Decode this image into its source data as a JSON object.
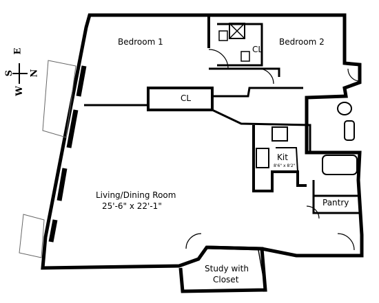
{
  "rooms": {
    "bedroom1": "Bedroom 1",
    "bedroom2": "Bedroom 2",
    "closet_top": "CL",
    "closet_mid": "CL",
    "kitchen": "Kit",
    "kitchen_dims": "8'6\" x 8'2\"",
    "living": "Living/Dining Room",
    "living_dims": "25'-6\" x 22'-1\"",
    "pantry": "Pantry",
    "study_line1": "Study with",
    "study_line2": "Closet"
  },
  "compass": {
    "north": "N",
    "south": "S",
    "east": "E",
    "west": "W"
  },
  "colors": {
    "wall": "#000000",
    "paper": "#ffffff",
    "hatch": "#666666"
  }
}
